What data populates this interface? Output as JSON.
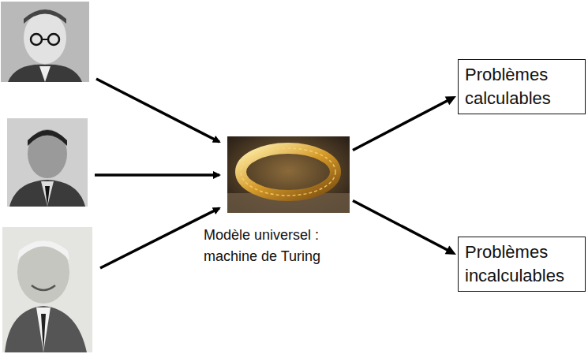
{
  "diagram": {
    "nodes": [
      {
        "text": [
          "Modèle universel : machine de Turing"
        ]
      },
      {
        "text": [
          "Problèmes calculables"
        ]
      },
      {
        "text": [
          "Problèmes incalculables"
        ]
      }
    ],
    "edges": [
      {
        "from": 0,
        "to": 1,
        "arrow": "to"
      },
      {
        "from": 0,
        "to": 2,
        "arrow": "to"
      }
    ]
  }
}
